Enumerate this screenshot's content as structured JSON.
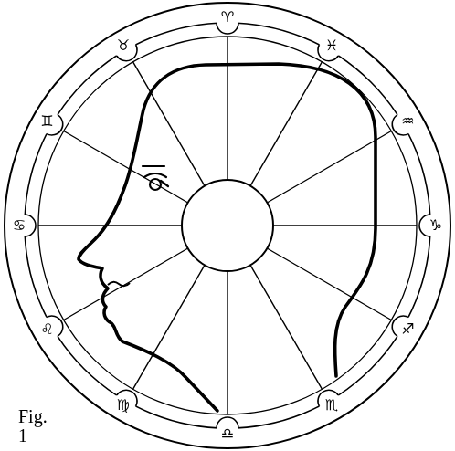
{
  "diagram": {
    "caption": "Fig. 1",
    "labels": [
      "♈",
      "♓",
      "♒",
      "♑",
      "♐",
      "♏",
      "♎",
      "♍",
      "♌",
      "♋",
      "♊",
      "♉"
    ]
  }
}
